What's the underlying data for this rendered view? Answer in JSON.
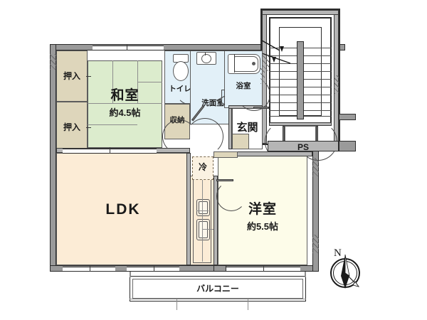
{
  "plan": {
    "type": "japanese-apartment-floor-plan",
    "layout_code": "2LDK",
    "compass": {
      "north_label": "N"
    },
    "rooms": [
      {
        "id": "washitsu",
        "name": "和室",
        "area_label": "約4.5帖",
        "fill": "#dceccd",
        "kind": "tatami"
      },
      {
        "id": "ldk",
        "name": "LDK",
        "area_label": "",
        "fill": "#fcecd6",
        "kind": "living-dining-kitchen"
      },
      {
        "id": "yoshitsu",
        "name": "洋室",
        "area_label": "約5.5帖",
        "fill": "#fdfce9",
        "kind": "western-room"
      },
      {
        "id": "toilet",
        "name": "トイレ",
        "area_label": "",
        "fill": "#e2f0f8",
        "kind": "toilet"
      },
      {
        "id": "senmenjo",
        "name": "洗面室",
        "area_label": "",
        "fill": "#e2f0f8",
        "kind": "washroom"
      },
      {
        "id": "yokushitsu",
        "name": "浴室",
        "area_label": "",
        "fill": "#e2f0f8",
        "kind": "bathroom"
      },
      {
        "id": "genkan",
        "name": "玄関",
        "area_label": "",
        "fill": "#ffffff",
        "kind": "entrance"
      },
      {
        "id": "balcony",
        "name": "バルコニー",
        "area_label": "",
        "fill": "#ffffff",
        "kind": "balcony"
      }
    ],
    "storage": [
      {
        "id": "oshiire-upper",
        "name": "押入",
        "fill": "#ded6bb"
      },
      {
        "id": "oshiire-lower",
        "name": "押入",
        "fill": "#ded6bb"
      },
      {
        "id": "shuno",
        "name": "収納",
        "fill": "#ded6bb"
      }
    ],
    "fixtures": [
      {
        "id": "refrigerator",
        "name": "冷",
        "kind": "refrigerator-space"
      },
      {
        "id": "sink",
        "name": "",
        "kind": "kitchen-sink"
      },
      {
        "id": "stove",
        "name": "",
        "kind": "kitchen-stove"
      },
      {
        "id": "bathtub",
        "name": "",
        "kind": "bathtub"
      },
      {
        "id": "wc",
        "name": "",
        "kind": "water-closet"
      },
      {
        "id": "washbasin",
        "name": "",
        "kind": "wash-basin"
      }
    ],
    "shafts": [
      {
        "id": "ps",
        "name": "PS",
        "kind": "pipe-shaft"
      }
    ],
    "common_area": {
      "name": "",
      "kind": "stairwell",
      "has_stairs": true,
      "tread_count": 10
    },
    "colors": {
      "tatami": "#dceccd",
      "ldk": "#fcecd6",
      "western": "#fdfce9",
      "wet": "#e2f0f8",
      "storage": "#ded6bb",
      "wall": "#9a9a9a",
      "outline": "#2b2b2b"
    }
  }
}
